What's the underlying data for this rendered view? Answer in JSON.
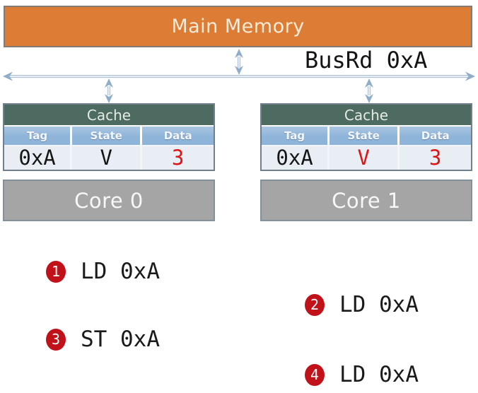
{
  "colors": {
    "memory-orange": "#dd7c35",
    "memory-border": "#857b74",
    "memory-text": "#f7ecd9",
    "cache-header-green": "#4d6b60",
    "column-header-blue": "#8fb4d9",
    "data-row-bg": "#e9eef4",
    "cache-border": "#71808c",
    "core-gray": "#a5a5a5",
    "core-border": "#83919b",
    "arrow-blue": "#8fadc8",
    "arrow-line-blue": "#b0c3d6",
    "red-text": "#e11414",
    "red-circle": "#c1121a"
  },
  "memory": {
    "label": "Main Memory"
  },
  "bus": {
    "label": "BusRd 0xA"
  },
  "caches": [
    {
      "title": "Cache",
      "columns": {
        "tag": "Tag",
        "state": "State",
        "data": "Data"
      },
      "row": {
        "tag": "0xA",
        "state": "V",
        "data": "3"
      }
    },
    {
      "title": "Cache",
      "columns": {
        "tag": "Tag",
        "state": "State",
        "data": "Data"
      },
      "row": {
        "tag": "0xA",
        "state": "V",
        "data": "3"
      }
    }
  ],
  "cores": [
    {
      "label": "Core 0"
    },
    {
      "label": "Core 1"
    }
  ],
  "operations": [
    {
      "num": "1",
      "text": "LD 0xA"
    },
    {
      "num": "2",
      "text": "LD 0xA"
    },
    {
      "num": "3",
      "text": "ST 0xA"
    },
    {
      "num": "4",
      "text": "LD 0xA"
    }
  ]
}
